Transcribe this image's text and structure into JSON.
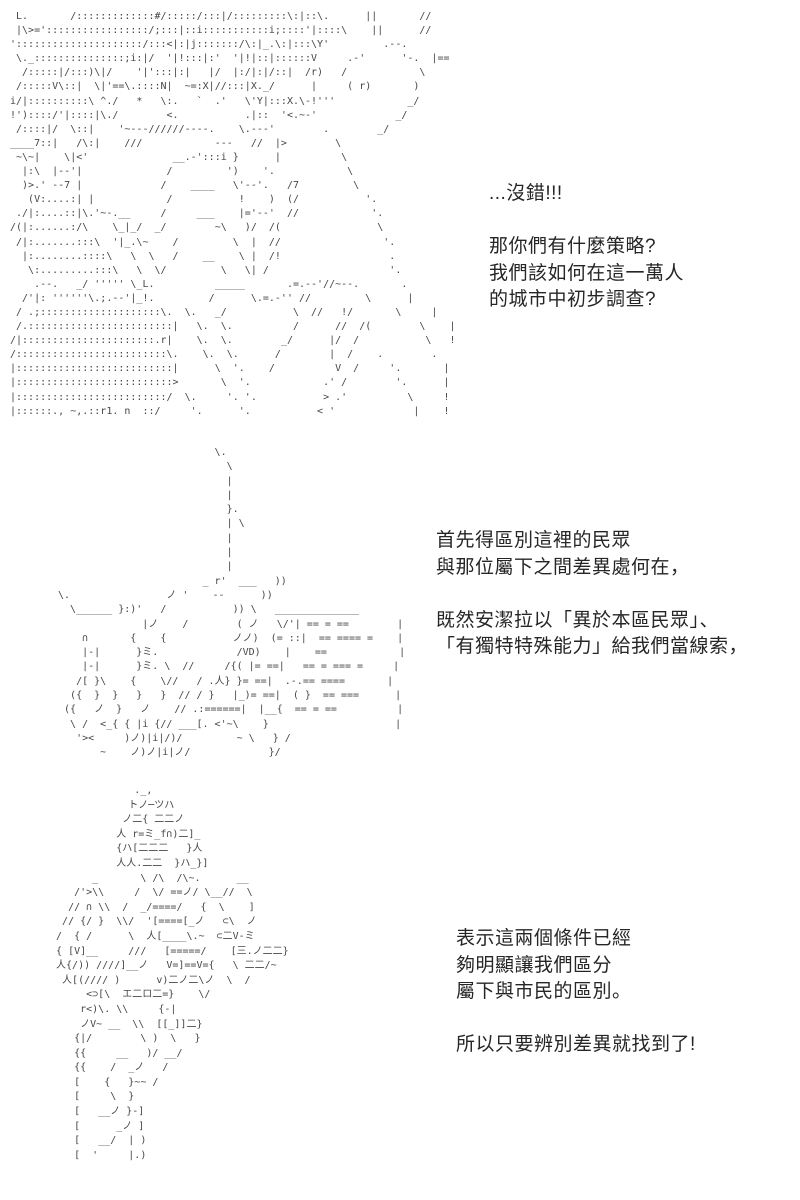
{
  "page": {
    "background_color": "#ffffff",
    "ascii_ink_color": "#474747",
    "dialogue_text_color": "#262626",
    "type": "ascii-art comic page"
  },
  "dialogues": {
    "top": {
      "lines": [
        "...沒錯!!!",
        "",
        "那你們有什麼策略?",
        "我們該如何在這一萬人",
        "的城市中初步調查?"
      ]
    },
    "middle": {
      "lines": [
        "首先得區別這裡的民眾",
        "與那位屬下之間差異處何在，",
        "",
        "既然安潔拉以「異於本區民眾」、",
        "「有獨特特殊能力」給我們當線索，"
      ]
    },
    "bottom": {
      "lines": [
        "表示這兩個條件已經",
        "夠明顯讓我們區分",
        "屬下與市民的區別。",
        "",
        "所以只要辨別差異就找到了!"
      ]
    }
  },
  "panels": {
    "top": {
      "description": "AA portrait of a character with dotted hatched hair and a round balloon shape at right",
      "art": [
        " L.       /:::::::::::::#/:::::/:::|/:::::::::\\:|::\\.      ||       //",
        " |\\>=':::::::::::::::::/;:::|::i:::::::::::i;::::'|::::\\    ||      //",
        "':::::::::::::::::::::/:::<|:|j:::::::/\\:|_.\\:|:::\\Y'         .--.",
        " \\._:::::::::::::::;i:|/  '|!:::|:'  '|!|::|::::::V     .-'      '-.  |==",
        "  /:::::|/:::)\\|/    '|':::|:|   |/  |:/|:|/::|  /r)   /            \\",
        " /:::::V\\::|  \\|'==\\.::::N|  ~=:X|//:::|X._/      |     ( r)       )",
        "i/|::::::::::\\ ^./   *   \\:.   `  .'   \\'Y|:::X.\\-!'''            _/",
        "!')::::/'|::::|\\./        <.           .|::  '<.~-'             _/",
        " /::::|/  \\::|    '~---//////----.    \\.---'        .        _/",
        "____7::|   /\\:|    ///            ---   //  |>        \\",
        " ~\\~|    \\|<'              __.-':::i }      |          \\",
        "  |:\\  |--'|              /         ')    '.            \\",
        "  )>.' --7 |             /    ____   \\'--'.   /7         \\",
        "   (V:....:| |            /           !    )  (/           '.",
        " ./|:....::|\\.'~-.__     /     ___    |='--'  //            '.",
        "/(|:......:/\\    \\_|_/  _/        ~\\   )/  /(                \\",
        " /|:.......:::\\  '|_.\\~    /         \\  |  //                 '.",
        "  |:........::::\\   \\  \\   /    __    \\ |  /!                  .",
        "   \\:.........:::\\   \\  \\/         \\   \\| /                    '.",
        "    .--.   _/ ''''' \\_L.          _____       .=.--'//~--.       .",
        "  /'|: ''''''\\.;.--'|_!.         /      \\.=.-'' //         \\      |",
        " / .;::::::::::::::::::::\\.  \\.   _/           \\  //   !/       \\     |",
        " /.::::::::::::::::::::::::|   \\.  \\.          /      //  /(        \\    |",
        "/|::::::::::::::::::::::.r|    \\.  \\.        _/      |/  /           \\   !",
        "/:::::::::::::::::::::::::\\.    \\.  \\.      /        |  /    .        .",
        "|::::::::::::::::::::::::::|      \\  '.    /          V  /     '.       |",
        "|::::::::::::::::::::::::::>       \\  '.            .' /        '.      |",
        "|:::::::::::::::::::::::::/  \\.     '. '.           > .'          \\     !",
        "|::::::., ~,.::r1. n  ::/     '.      '.           < '             |    !"
      ]
    },
    "middle": {
      "description": "AA of a character raising an index finger beside a console machine with == rows",
      "art": [
        "                           \\.",
        "                             \\",
        "                             |",
        "                             |",
        "                             }.",
        "                             | \\",
        "                             |",
        "                             |",
        "                             |",
        "                         _ r'  ___   ))",
        " \\.                ノ '    --      ))",
        "   \\______ }:)'   /           )) \\   ______________",
        "               |ノ    /        ( ノ   \\/'| == = ==        |",
        "     ∩       {    {           ノノ)  (= ::|  == ==== =    |",
        "     |-|      }ミ.             /VD)    |    ==            |",
        "     |-|      }ミ. \\  //     /{( |= ==|   == = === =     |",
        "    /[ }\\    {    \\//   / .人} }= ==|  .-.== ====       |",
        "   ({  }  }   }   }  // / }   |_)= ==|  ( }  == ===      |",
        "  ({   ノ  }   ノ    // .:======|  |__{  == = ==          |",
        "   \\ /  <_{ { |i {// ___[. <'~\\    }                     |",
        "    '><     )ノ)|i|/)/         ~ \\   } /",
        "        ~    ノ)ノ|i|ノ/             }/"
      ]
    },
    "bottom": {
      "description": "AA of an armored robot-like figure holding a boxy object",
      "art": [
        "               ._,",
        "              トノ─ツハ",
        "             ノ二{ 二二ノ",
        "            人 r=ミ_f∩)二]_",
        "            {ハ[二二二   }人",
        "            人人.二二  }ハ_}]",
        "        _       \\ /\\  /\\~.      __",
        "     /'>\\\\     /  \\/ ==ノ/ \\__//  \\",
        "    // ∩ \\\\  /  _/====/   {  \\    ]",
        "   // {/ }  \\\\/  '[====[_ノ   ⊂\\  ノ",
        "  /  { /      \\  人[____\\.~  ⊂二V-ミ",
        "  { [V]__     ///   [=====/    [三.ノ二二}",
        "  人{/)) ////]__ノ   V=]==V={   \\ 二二/~",
        "   人[(//// )      v)二ノ二\\ノ  \\  /",
        "       <⊃[\\  エ二ロ二=}    \\/",
        "      r<)\\. \\\\     {-|",
        "      ノV~ __  \\\\  [[_]]二}",
        "     {|/        \\ )  \\   }",
        "     {{     __   )/ __/",
        "     {{    /  _ノ   /",
        "     [    {   }~~ /",
        "     [     \\  }",
        "     [   __ノ }-]",
        "     [      _ノ ]",
        "     [   __/  | )",
        "     [  '     |.)"
      ]
    }
  }
}
